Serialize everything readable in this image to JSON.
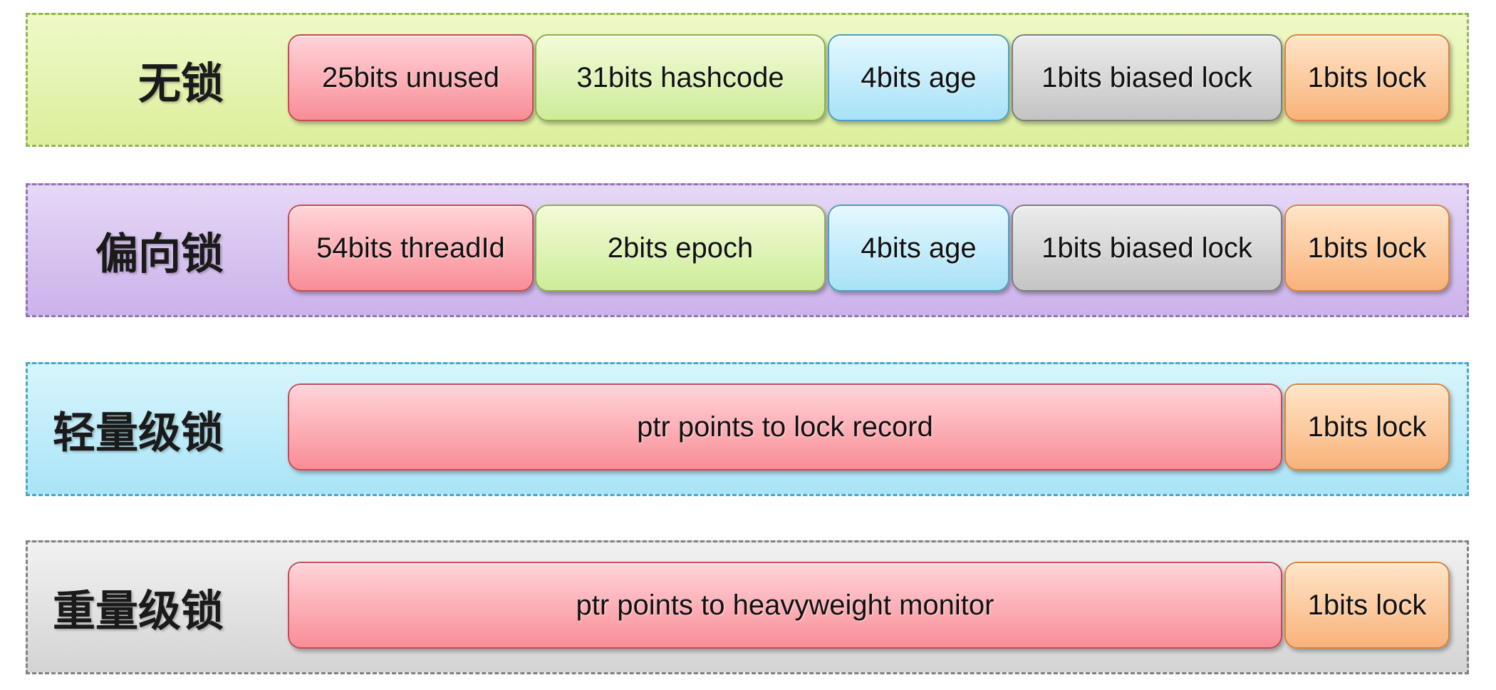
{
  "states": [
    {
      "label": "无锁",
      "fields": [
        "25bits unused",
        "31bits hashcode",
        "4bits age",
        "1bits biased lock",
        "1bits lock"
      ]
    },
    {
      "label": "偏向锁",
      "fields": [
        "54bits threadId",
        "2bits epoch",
        "4bits age",
        "1bits biased lock",
        "1bits lock"
      ]
    },
    {
      "label": "轻量级锁",
      "fields": [
        "ptr points to lock record",
        "1bits lock"
      ]
    },
    {
      "label": "重量级锁",
      "fields": [
        "ptr points to heavyweight monitor",
        "1bits lock"
      ]
    }
  ]
}
